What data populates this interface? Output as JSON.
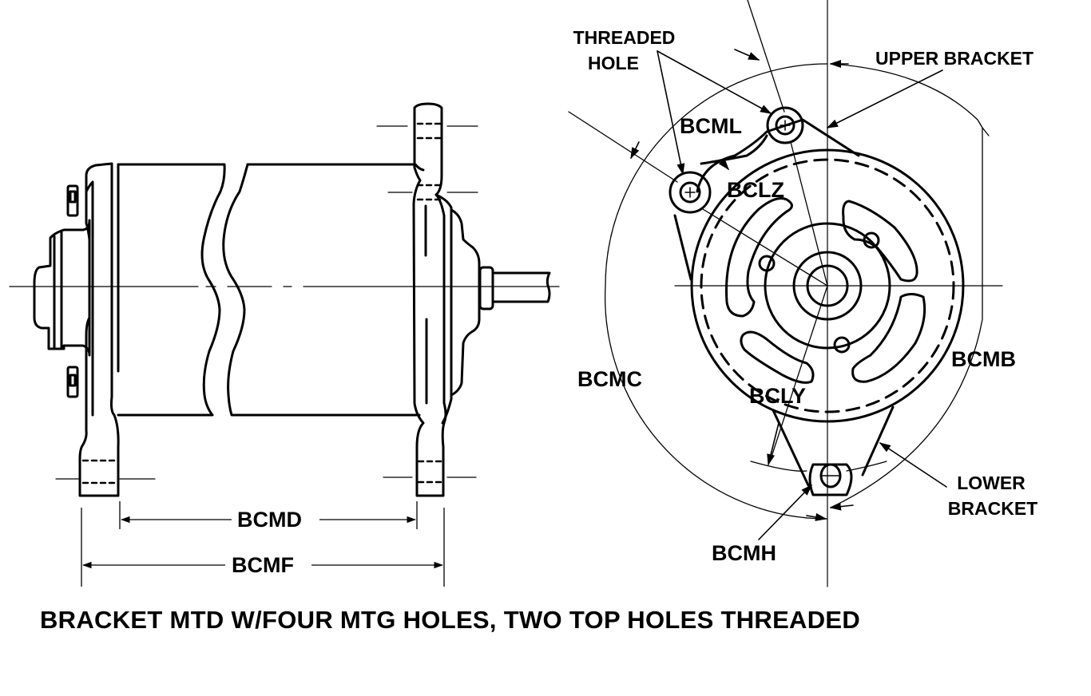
{
  "caption": "BRACKET MTD W/FOUR MTG HOLES, TWO TOP HOLES THREADED",
  "side_view": {
    "dimensions": {
      "inner_span": "BCMD",
      "overall_span": "BCMF"
    }
  },
  "end_view": {
    "callouts": {
      "threaded_hole_line1": "THREADED",
      "threaded_hole_line2": "HOLE",
      "upper_bracket": "UPPER BRACKET",
      "lower_bracket_line1": "LOWER",
      "lower_bracket_line2": "BRACKET"
    },
    "dimensions": {
      "upper_hole_angle": "BCML",
      "upper_hole_radius": "BCLZ",
      "left_arc": "BCMC",
      "right_arc": "BCMB",
      "lower_hole_radius": "BCLY",
      "lower_hole_offset": "BCMH"
    }
  },
  "colors": {
    "ink": "#000000",
    "paper": "#ffffff"
  }
}
